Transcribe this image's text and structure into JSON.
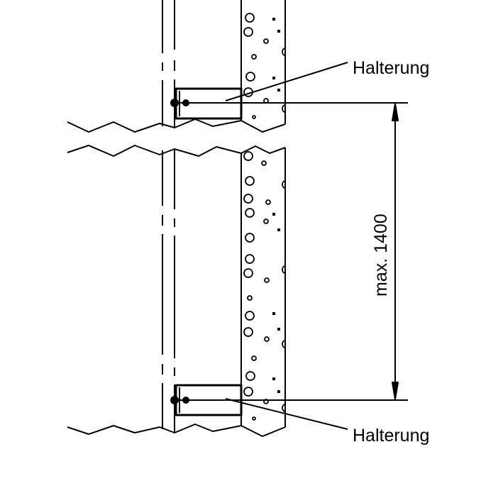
{
  "labels": {
    "top_bracket": "Halterung",
    "bottom_bracket": "Halterung",
    "dimension": "max. 1400"
  },
  "colors": {
    "line": "#000000",
    "background": "#ffffff"
  }
}
